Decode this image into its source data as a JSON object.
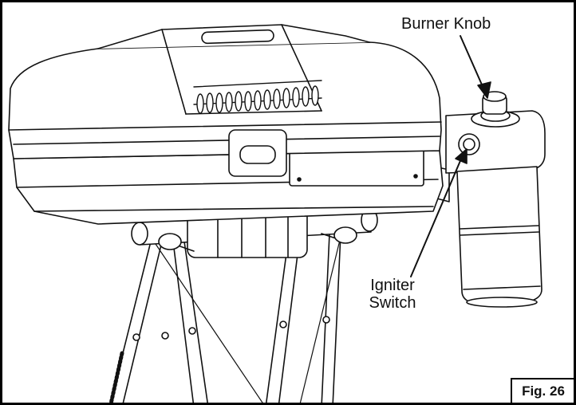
{
  "labels": {
    "burner_knob": "Burner Knob",
    "igniter_line1": "Igniter",
    "igniter_line2": "Switch"
  },
  "figure_number": "Fig. 26"
}
